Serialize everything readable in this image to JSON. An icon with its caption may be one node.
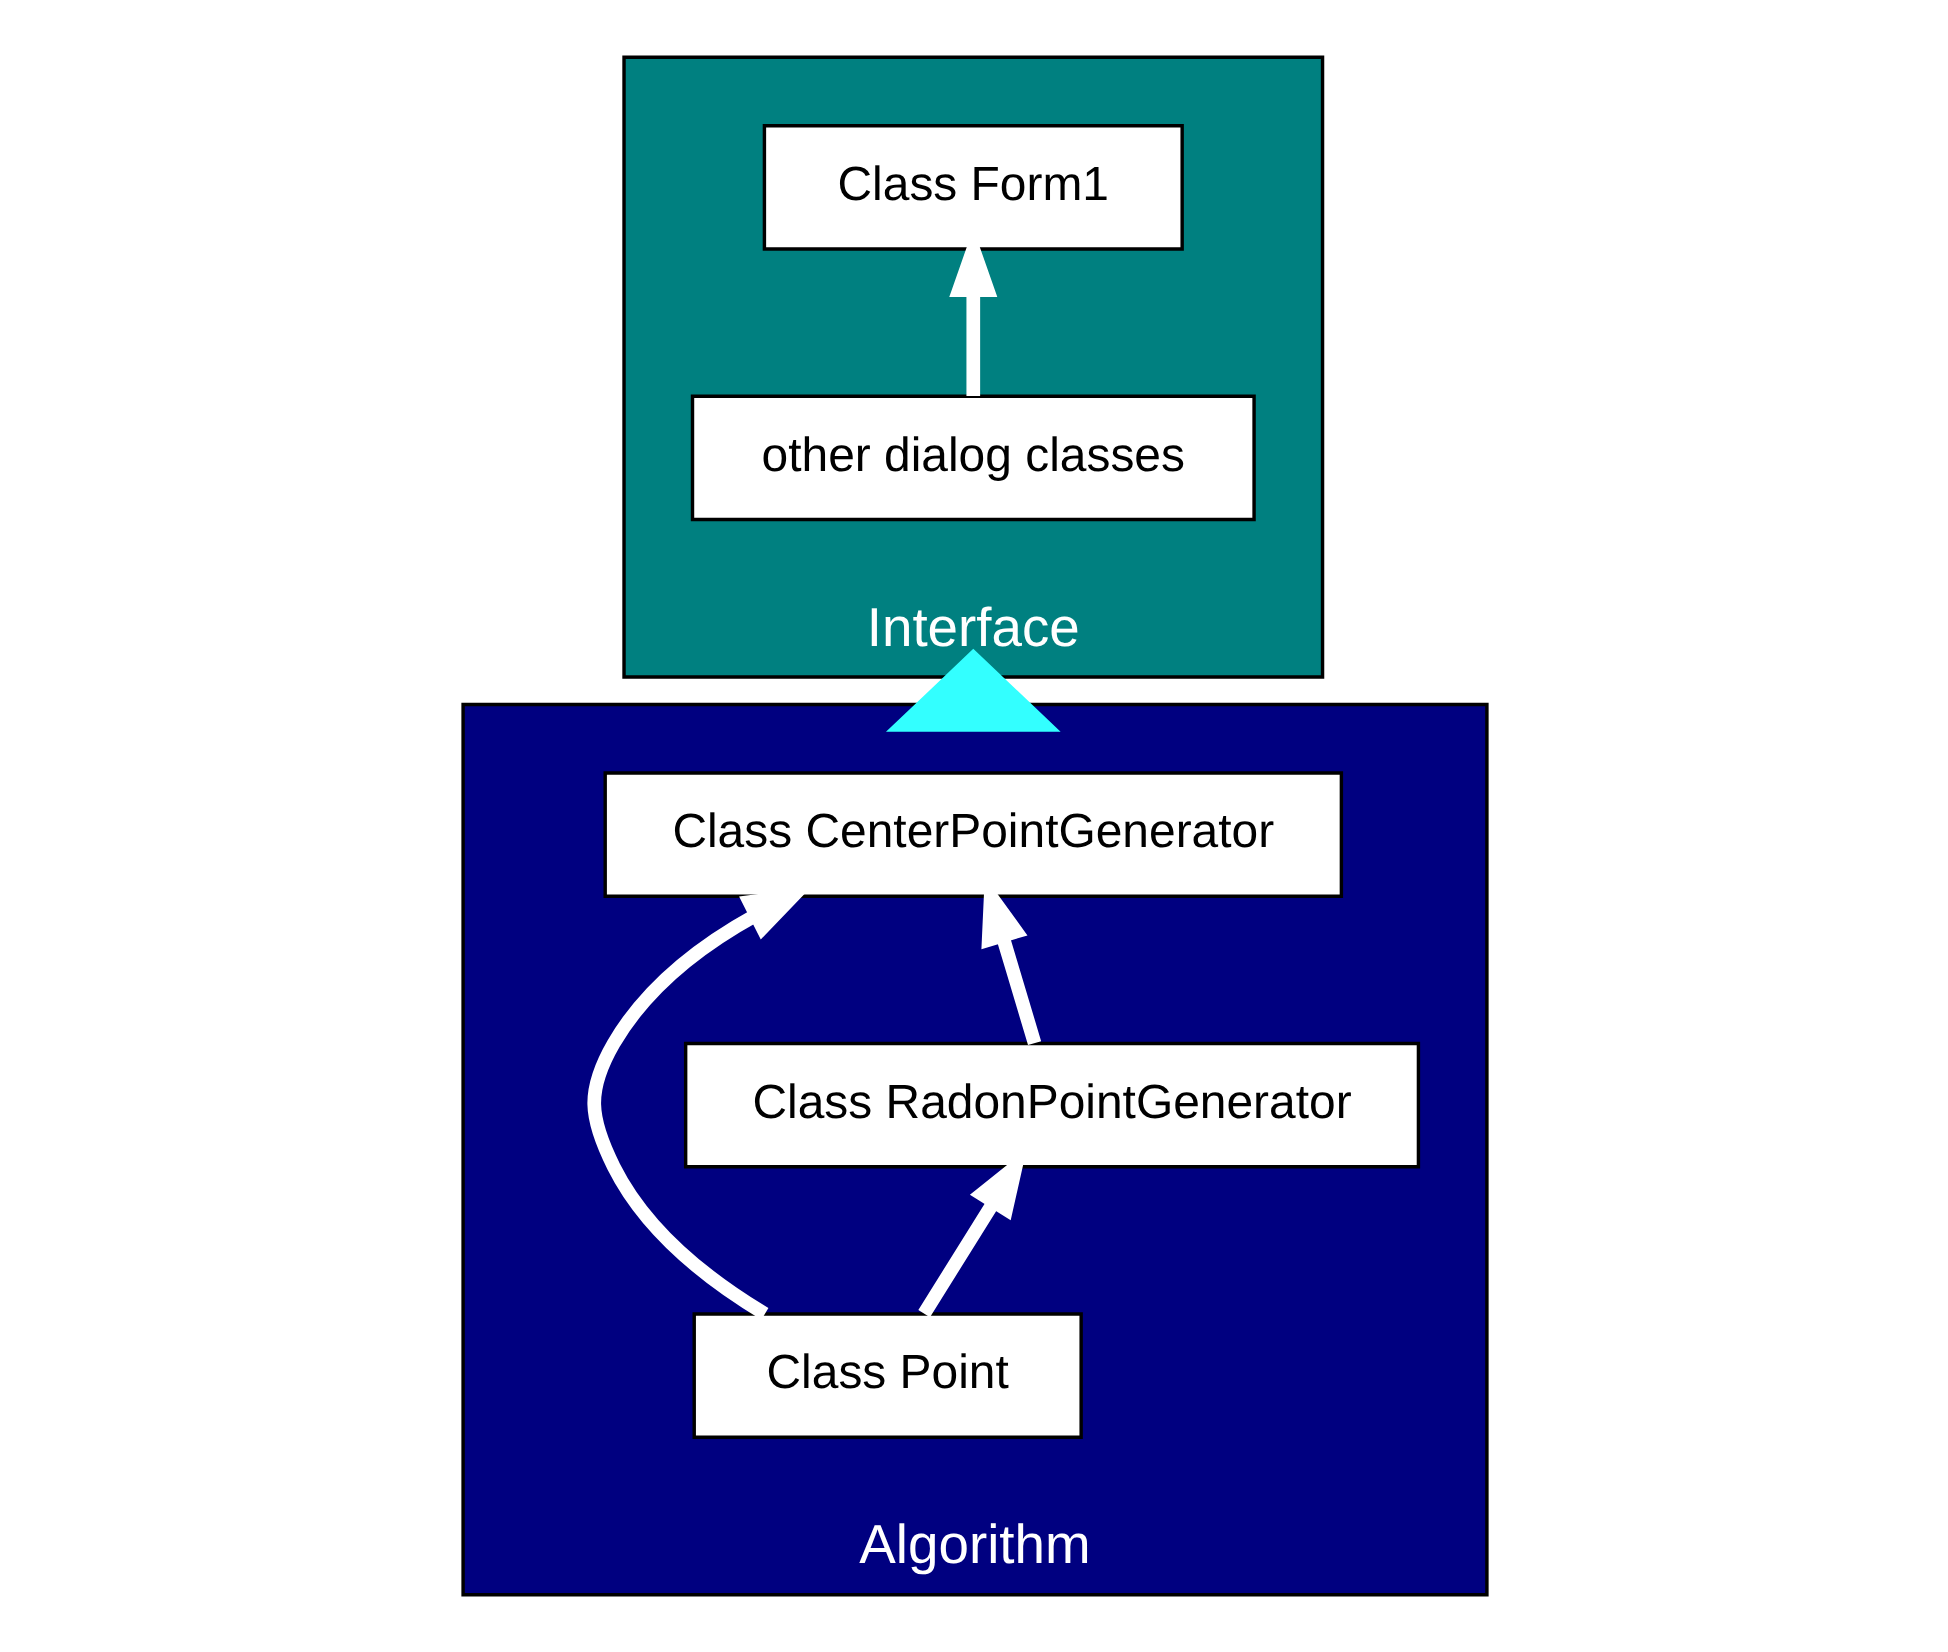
{
  "diagram": {
    "nodes": [
      {
        "text": [
          "Interface"
        ]
      },
      {
        "text": [
          "Class Form1"
        ],
        "in": 0
      },
      {
        "text": [
          "other dialog classes"
        ],
        "in": 0
      },
      {
        "text": [
          "Algorithm"
        ]
      },
      {
        "text": [
          "Class CenterPointGenerator"
        ],
        "in": 3
      },
      {
        "text": [
          "Class RadonPointGenerator"
        ],
        "in": 3
      },
      {
        "text": [
          "Class Point"
        ],
        "in": 3
      }
    ],
    "edges": [
      {
        "from": 2,
        "to": 1,
        "arrow": "to"
      },
      {
        "from": 3,
        "to": 0,
        "arrow": "to",
        "style": "thick",
        "color": "#33ffff"
      },
      {
        "from": 6,
        "to": 4,
        "arrow": "to"
      },
      {
        "from": 6,
        "to": 5,
        "arrow": "to"
      },
      {
        "from": 5,
        "to": 4,
        "arrow": "to"
      }
    ]
  }
}
